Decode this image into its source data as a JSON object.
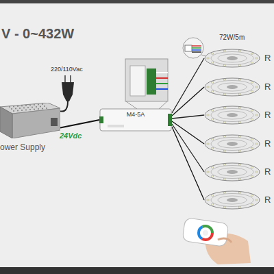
{
  "diagram": {
    "title": "V - 0~432W",
    "nodes": [
      {
        "text": [
          "ower Supply"
        ]
      },
      {
        "text": [
          "M4-5A"
        ]
      },
      {
        "text": [
          "72W/5m",
          "R"
        ]
      },
      {
        "text": [
          "R"
        ]
      },
      {
        "text": [
          "R"
        ]
      },
      {
        "text": [
          "R"
        ]
      },
      {
        "text": [
          "R"
        ]
      },
      {
        "text": [
          "R"
        ]
      }
    ],
    "edges": [
      {
        "from": 0,
        "to": 1,
        "label": "24Vdc",
        "arrow": "none"
      },
      {
        "from": 1,
        "to": 2,
        "arrow": "none"
      },
      {
        "from": 1,
        "to": 3,
        "arrow": "none"
      },
      {
        "from": 1,
        "to": 4,
        "arrow": "none"
      },
      {
        "from": 1,
        "to": 5,
        "arrow": "none"
      },
      {
        "from": 1,
        "to": 6,
        "arrow": "none"
      },
      {
        "from": 1,
        "to": 7,
        "arrow": "none"
      }
    ],
    "labels": [
      "220/110Vac"
    ]
  }
}
